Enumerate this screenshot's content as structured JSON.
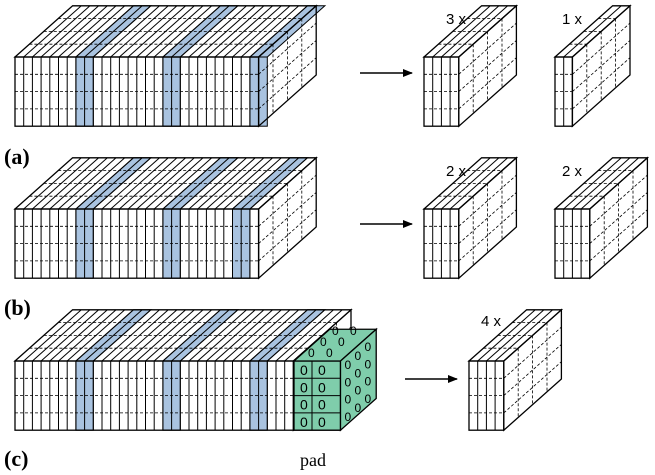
{
  "colors": {
    "slice_fill": "#a9c3e0",
    "pad_fill": "#7fcdab",
    "line": "#000000",
    "background": "#ffffff"
  },
  "rows": [
    {
      "label": "(a)",
      "slices": [
        7,
        17,
        27
      ],
      "padded": false,
      "outputs": [
        {
          "multiplier": "3 x",
          "width_cells": 4
        },
        {
          "multiplier": "1 x",
          "width_cells": 2
        }
      ]
    },
    {
      "label": "(b)",
      "slices": [
        7,
        17,
        25
      ],
      "padded": false,
      "outputs": [
        {
          "multiplier": "2 x",
          "width_cells": 4
        },
        {
          "multiplier": "2 x",
          "width_cells": 4
        }
      ]
    },
    {
      "label": "(c)",
      "slices": [
        7,
        17,
        27
      ],
      "padded": true,
      "pad_label": "pad",
      "pad_value": "0",
      "outputs": [
        {
          "multiplier": "4 x",
          "width_cells": 4
        }
      ]
    }
  ]
}
